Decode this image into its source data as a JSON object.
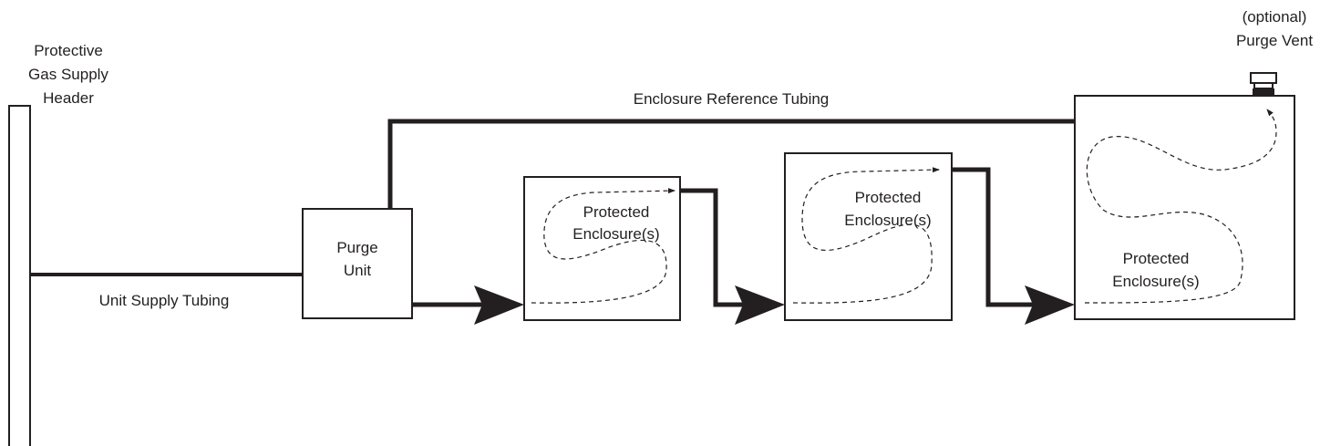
{
  "header": {
    "line1": "Protective",
    "line2": "Gas Supply",
    "line3": "Header"
  },
  "supply_tubing": "Unit Supply Tubing",
  "reference_tubing": "Enclosure Reference Tubing",
  "purge_unit": {
    "line1": "Purge",
    "line2": "Unit"
  },
  "enclosures": [
    {
      "line1": "Protected",
      "line2": "Enclosure(s)"
    },
    {
      "line1": "Protected",
      "line2": "Enclosure(s)"
    },
    {
      "line1": "Protected",
      "line2": "Enclosure(s)"
    }
  ],
  "vent": {
    "line1": "(optional)",
    "line2": "Purge Vent"
  },
  "colors": {
    "line": "#231f20",
    "background": "#ffffff"
  }
}
